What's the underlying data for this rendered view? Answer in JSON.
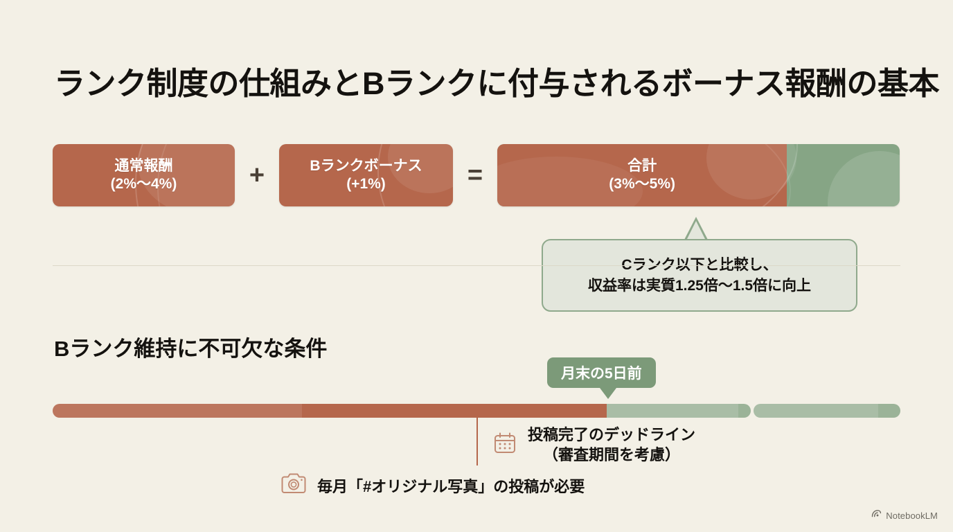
{
  "slide": {
    "title": "ランク制度の仕組みとBランクに付与されるボーナス報酬の基本",
    "background_color": "#F3F0E6"
  },
  "colors": {
    "orange": "#B5674C",
    "green": "#86A585",
    "green_dark": "#7C9A79",
    "green_light": "#9BB398",
    "callout_fill": "#E3E6DC",
    "callout_border": "#8FA98C",
    "text": "#14120F",
    "operator": "#4A4036"
  },
  "formula": {
    "cards": [
      {
        "title": "通常報酬",
        "value": "(2%〜4%)",
        "color": "#B5674C"
      },
      {
        "title": "Bランクボーナス",
        "value": "(+1%)",
        "color": "#B5674C"
      },
      {
        "title": "合計",
        "value": "(3%〜5%)",
        "color": "#B5674C",
        "track_color": "#86A585",
        "fill_percent": "72"
      }
    ],
    "operator_plus": "+",
    "operator_equals": "=",
    "callout": {
      "line1": "Cランク以下と比較し、",
      "line2": "収益率は実質1.25倍〜1.5倍に向上"
    }
  },
  "conditions": {
    "heading": "Bランク維持に不可欠な条件",
    "badge": "月末の5日前",
    "deadline": {
      "icon": "calendar-icon",
      "line1": "投稿完了のデッドライン",
      "line2": "（審査期間を考慮）"
    },
    "photo": {
      "icon": "camera-icon",
      "text": "毎月「#オリジナル写真」の投稿が必要"
    }
  },
  "watermark": {
    "icon": "notebooklm-logo-icon",
    "text": "NotebookLM"
  }
}
